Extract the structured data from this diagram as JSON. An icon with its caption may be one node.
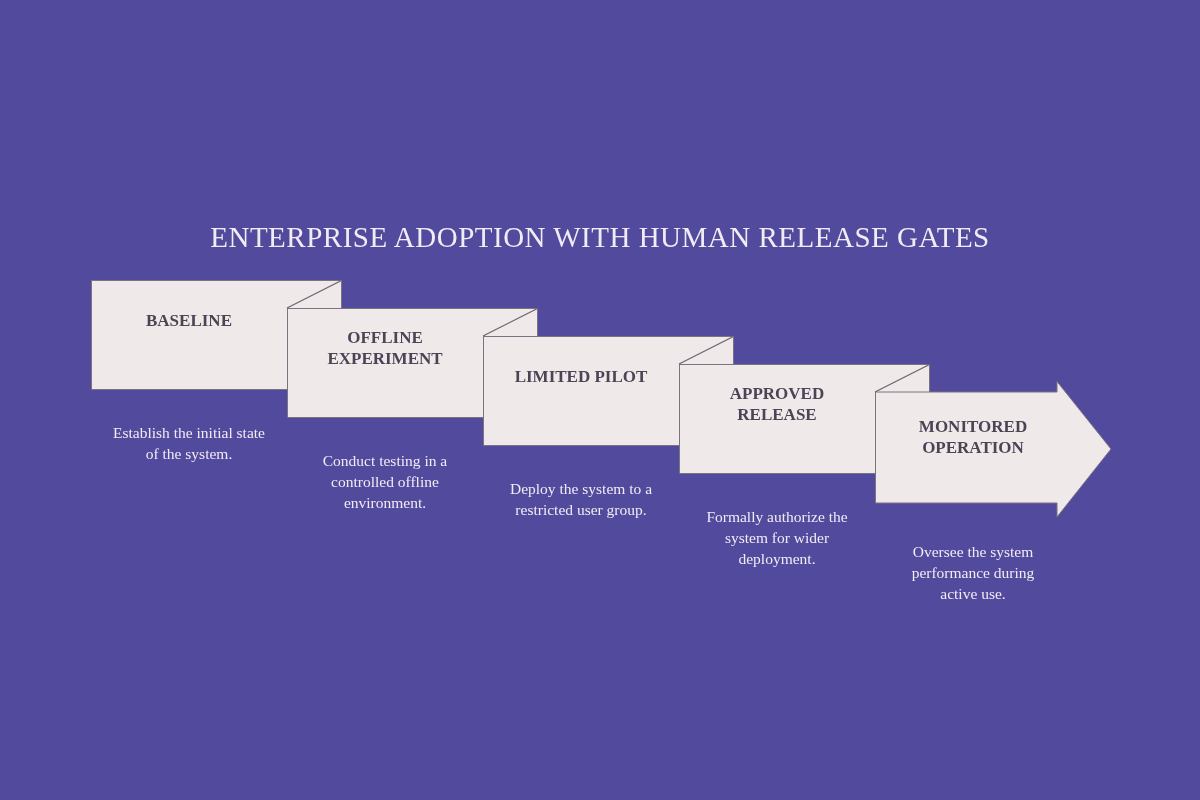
{
  "diagram": {
    "title": "ENTERPRISE ADOPTION WITH HUMAN RELEASE GATES",
    "nodes": [
      {
        "text": [
          "BASELINE"
        ],
        "beside": [
          "Establish the initial state of the system."
        ]
      },
      {
        "text": [
          "OFFLINE EXPERIMENT"
        ],
        "beside": [
          "Conduct testing in a controlled offline environment."
        ]
      },
      {
        "text": [
          "LIMITED PILOT"
        ],
        "beside": [
          "Deploy the system to a restricted user group."
        ]
      },
      {
        "text": [
          "APPROVED RELEASE"
        ],
        "beside": [
          "Formally authorize the system for wider deployment."
        ]
      },
      {
        "text": [
          "MONITORED OPERATION"
        ],
        "beside": [
          "Oversee the system performance during active use."
        ]
      }
    ]
  }
}
